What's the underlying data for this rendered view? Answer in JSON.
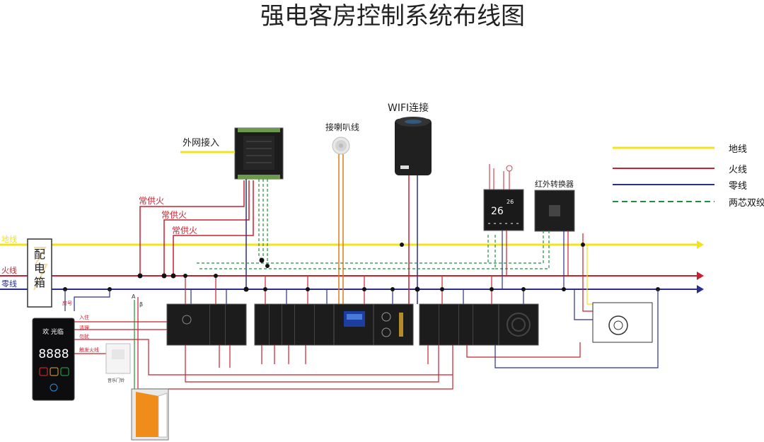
{
  "title": "强电客房控制系统布线图",
  "labels": {
    "external_network": "外网接入",
    "speaker_wire": "接喇叭线",
    "wifi": "WIFI连接",
    "ir_converter": "红外转换器",
    "always_live_1": "常供火",
    "always_live_2": "常供火",
    "always_live_3": "常供火",
    "ground_left": "地线",
    "live_left": "火线",
    "neutral_left": "零线",
    "distribution_box": "配电箱",
    "room_number": "房号",
    "check_in": "入住",
    "clean": "清理",
    "dnd": "勿扰",
    "doorbell_live": "触发火线",
    "music_doorbell": "音乐门铃",
    "alpha": "A",
    "beta": "β"
  },
  "legend": [
    {
      "label": "地线",
      "color": "#f2e31a",
      "style": "solid"
    },
    {
      "label": "火线",
      "color": "#c8202e",
      "style": "solid"
    },
    {
      "label": "零线",
      "color": "#2a2f8c",
      "style": "solid"
    },
    {
      "label": "两芯双绞线",
      "color": "#1f8f3a",
      "style": "dashed"
    }
  ],
  "doorplate": {
    "brand": "欢 光临",
    "digits": "8888"
  },
  "thermostat": {
    "big_temp": "26",
    "small_temp": "26"
  },
  "colors": {
    "ground": "#f2e31a",
    "live": "#c8202e",
    "neutral": "#2a2f8c",
    "signal": "#1f8f3a",
    "speaker": "#e07a1a",
    "panel": "#2b2b2b",
    "module": "#1c1c1c"
  }
}
